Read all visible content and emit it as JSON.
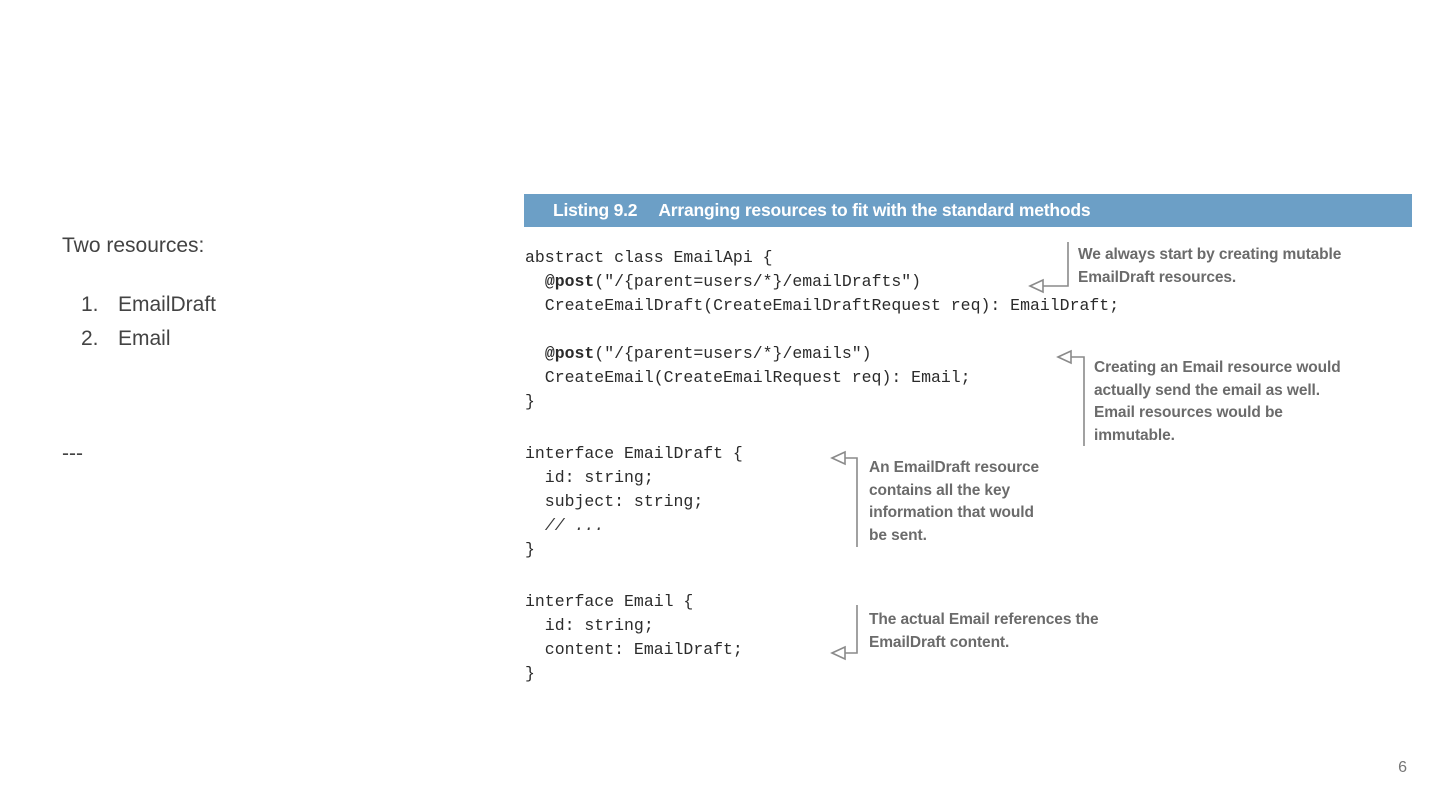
{
  "slide": {
    "page_number": "6",
    "body": {
      "lead_text": "Two resources:",
      "list_items": [
        {
          "marker": "1.",
          "label": "EmailDraft"
        },
        {
          "marker": "2.",
          "label": "Email"
        }
      ],
      "separator": "---"
    }
  },
  "listing": {
    "label": "Listing 9.2",
    "title": "Arranging resources to fit with the standard methods",
    "header_color": "#6c9fc6",
    "code_blocks": [
      {
        "id": "code-block-1",
        "lines": [
          "abstract class EmailApi {",
          "  @post(\"/{parent=users/*}/emailDrafts\")",
          "  CreateEmailDraft(CreateEmailDraftRequest req): EmailDraft;",
          "",
          "  @post(\"/{parent=users/*}/emails\")",
          "  CreateEmail(CreateEmailRequest req): Email;",
          "}"
        ]
      },
      {
        "id": "code-block-2",
        "lines": [
          "interface EmailDraft {",
          "  id: string;",
          "  subject: string;",
          "  // ...",
          "}"
        ]
      },
      {
        "id": "code-block-3",
        "lines": [
          "interface Email {",
          "  id: string;",
          "  content: EmailDraft;",
          "}"
        ]
      }
    ],
    "callouts": [
      {
        "id": "callout-1",
        "text": "We always start by creating mutable EmailDraft resources."
      },
      {
        "id": "callout-2",
        "text": "Creating an Email resource would actually send the email as well. Email resources would be immutable."
      },
      {
        "id": "callout-3",
        "text": "An EmailDraft resource contains all the key information that would be sent."
      },
      {
        "id": "callout-4",
        "text": "The actual Email references the EmailDraft content."
      }
    ],
    "leader_line_color": "#8a8a8a"
  }
}
